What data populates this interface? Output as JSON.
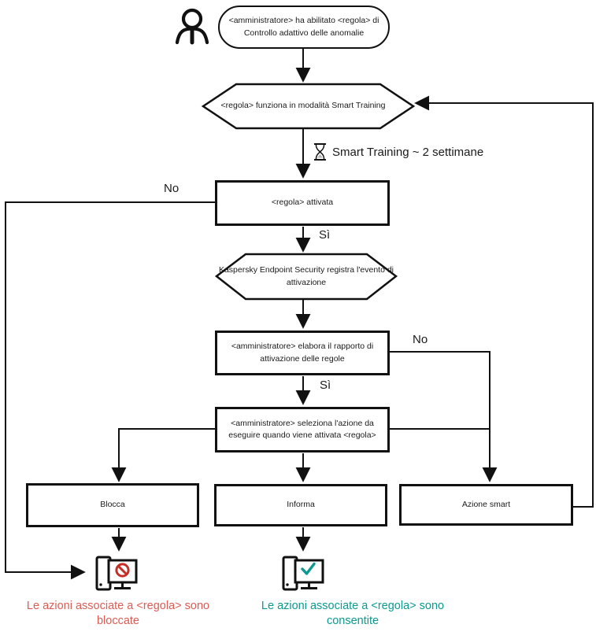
{
  "flowchart": {
    "start": "<amministratore> ha abilitato <regola> di Controllo adattivo delle anomalie",
    "smart_training_mode": "<regola> funziona in modalità Smart Training",
    "timer": "Smart Training ~ 2 settimane",
    "rule_activated": "<regola> attivata",
    "event_logged": "Kaspersky Endpoint Security registra l'evento di attivazione",
    "admin_report": "<amministratore> elabora il rapporto di attivazione delle regole",
    "admin_select": "<amministratore> seleziona l'azione da eseguire quando viene attivata <regola>",
    "action_block": "Blocca",
    "action_inform": "Informa",
    "action_smart": "Azione smart",
    "labels": {
      "no_left": "No",
      "yes_top": "Sì",
      "no_right": "No",
      "yes_bottom": "Sì"
    },
    "outcome_blocked": "Le azioni associate a <regola> sono bloccate",
    "outcome_allowed": "Le azioni associate a <regola> sono consentite",
    "colors": {
      "line": "#111111",
      "blocked_text": "#dd5b54",
      "allowed_text": "#0a9a90",
      "prohibition_sign": "#c62f28",
      "check_sign": "#0a9a90"
    },
    "icons": {
      "user": "user-icon",
      "hourglass": "hourglass-icon",
      "computer_blocked": "computer-blocked-icon",
      "computer_allowed": "computer-allowed-icon"
    }
  }
}
